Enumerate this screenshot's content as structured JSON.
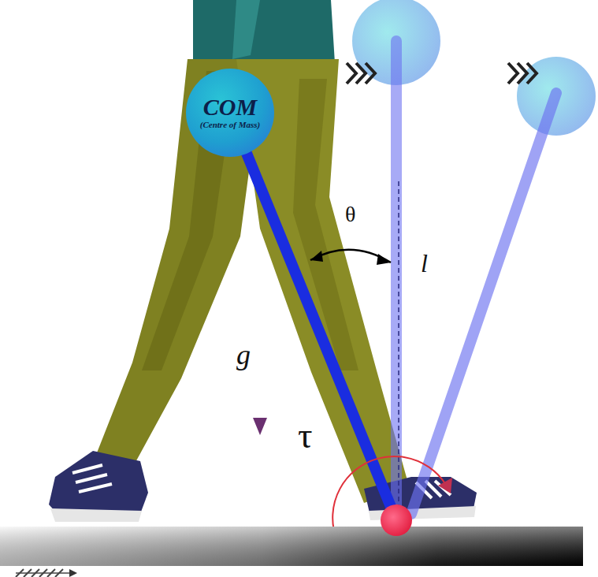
{
  "diagram": {
    "nodes": [
      {
        "text": [
          "COM",
          "(Centre of Mass)"
        ]
      }
    ],
    "labels": [
      "θ",
      "l",
      "g",
      "τ"
    ]
  }
}
